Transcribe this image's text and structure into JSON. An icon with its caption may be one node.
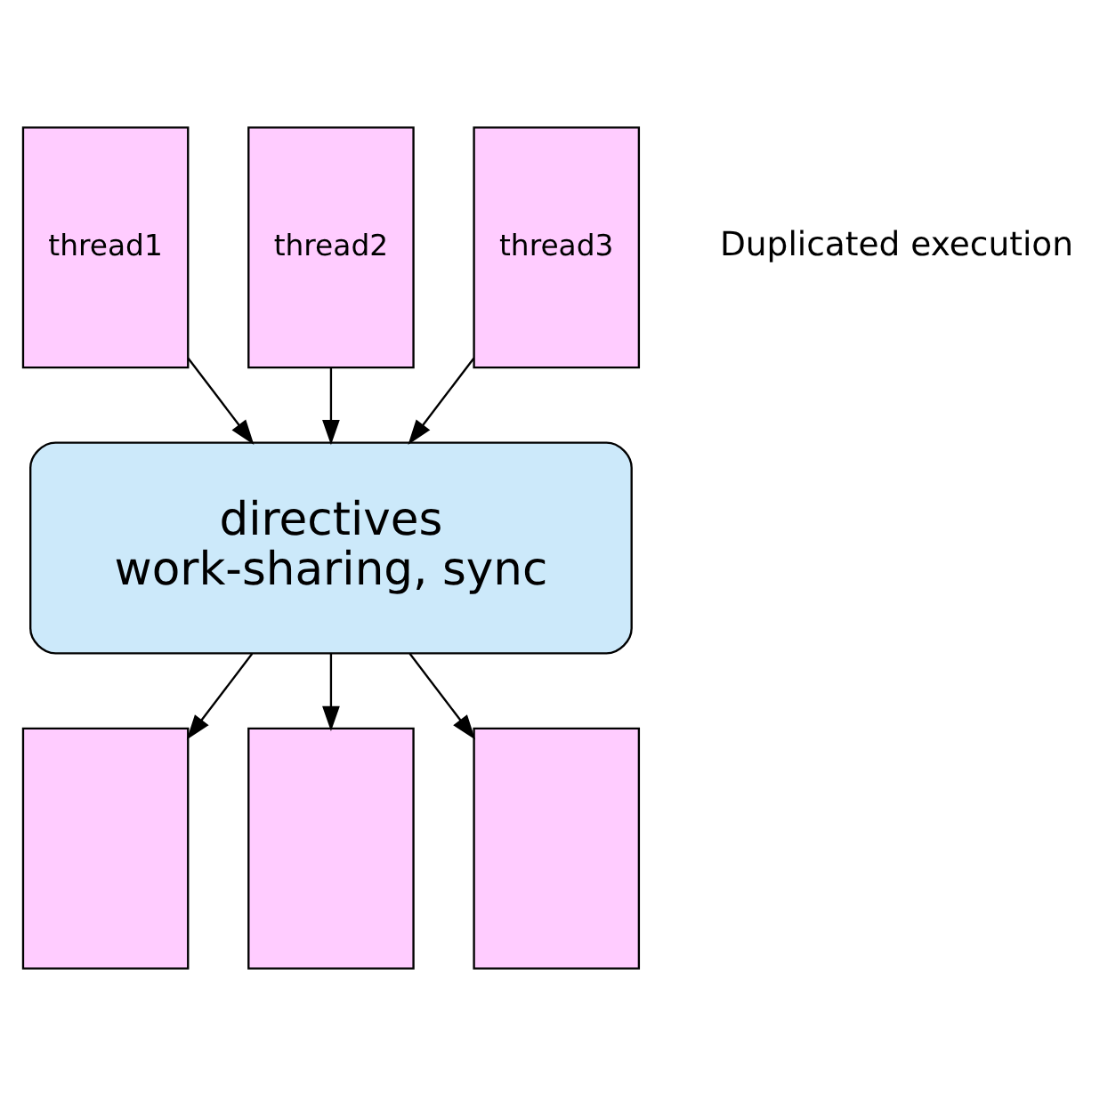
{
  "diagram": {
    "nodes": [
      {
        "text": [
          "thread1"
        ]
      },
      {
        "text": [
          "thread2"
        ]
      },
      {
        "text": [
          "thread3"
        ]
      },
      {
        "text": [
          "directives",
          "work-sharing, sync"
        ]
      },
      {
        "text": [],
        "shape": "bar"
      },
      {
        "text": [],
        "shape": "bar"
      },
      {
        "text": [],
        "shape": "bar"
      }
    ],
    "edges": [
      {
        "from": 0,
        "to": 3,
        "arrow": "to"
      },
      {
        "from": 1,
        "to": 3,
        "arrow": "to"
      },
      {
        "from": 2,
        "to": 3,
        "arrow": "to"
      },
      {
        "from": 3,
        "to": 4,
        "arrow": "to"
      },
      {
        "from": 3,
        "to": 5,
        "arrow": "to"
      },
      {
        "from": 3,
        "to": 6,
        "arrow": "to"
      }
    ],
    "labels": [
      "Duplicated execution"
    ]
  }
}
